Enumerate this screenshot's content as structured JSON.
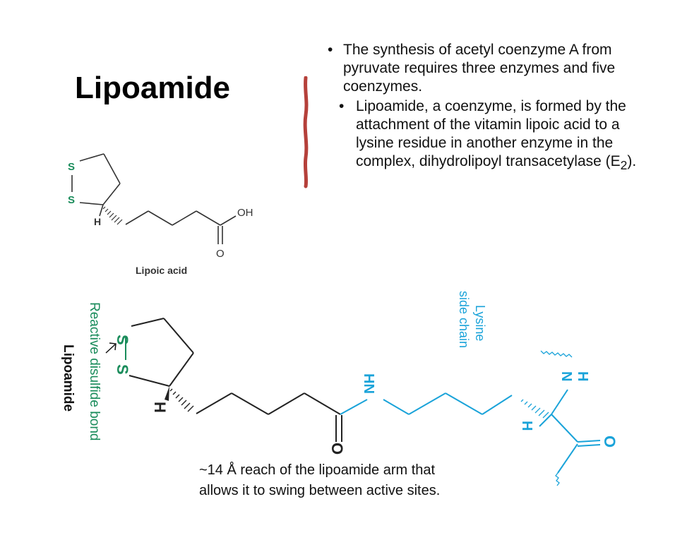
{
  "slide": {
    "title": "Lipoamide",
    "bullets": [
      {
        "text": "The synthesis of acetyl coenzyme A from pyruvate requires three enzymes and five coenzymes."
      },
      {
        "text_before": "Lipoamide, a coenzyme, is formed by the attachment of the vitamin lipoic acid to a lysine residue in another enzyme in the complex, dihydrolipoyl transacetylase (E",
        "subscript": "2",
        "text_after": ")."
      }
    ],
    "caption_line1": "~14 Å reach of the lipoamide arm that",
    "caption_line2": "allows it to swing between active sites."
  },
  "lipoic_acid": {
    "label": "Lipoic acid",
    "s1": "S",
    "s2": "S",
    "h": "H",
    "oh": "OH",
    "o": "O"
  },
  "lipoamide_diagram": {
    "name_label": "Lipoamide",
    "disulfide_label": "Reactive disulfide bond",
    "lysine_label_line1": "Lysine",
    "lysine_label_line2": "side chain",
    "s1": "S",
    "s2": "S",
    "h_left": "H",
    "o_amide": "O",
    "hn": "HN",
    "h_alpha": "H",
    "nh": "N",
    "nh_h": "H",
    "o_carbonyl": "O"
  },
  "colors": {
    "green": "#1a8c5b",
    "cyan": "#1aa3d9",
    "divider": "#b5403a",
    "bond": "#222222"
  }
}
